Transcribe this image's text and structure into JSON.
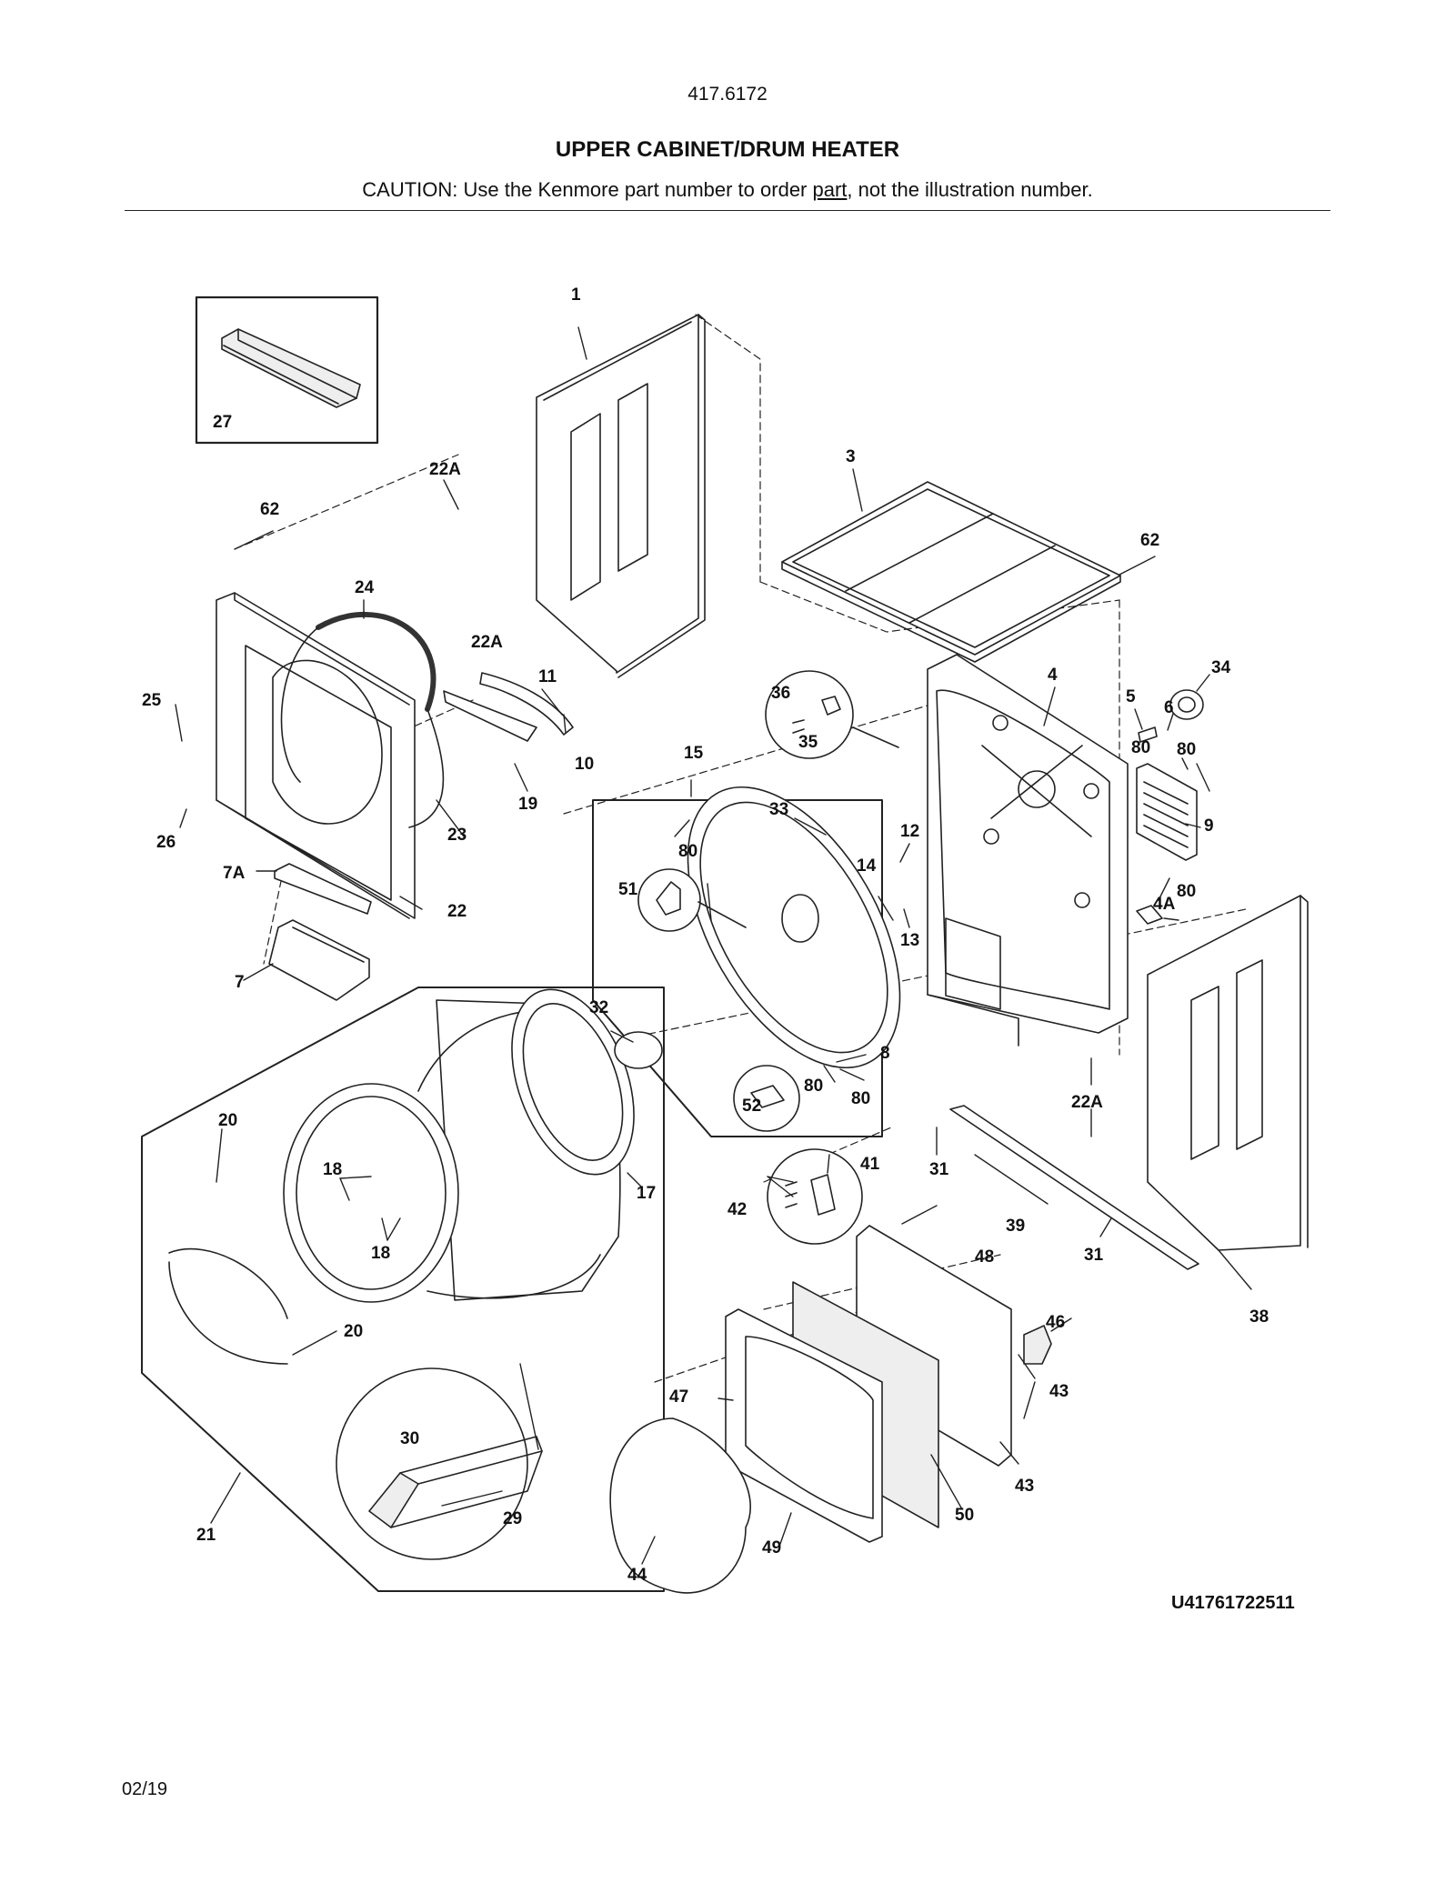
{
  "header": {
    "model": "417.6172",
    "title": "UPPER CABINET/DRUM HEATER",
    "caution_before": "CAUTION: Use the Kenmore part number to order ",
    "caution_link": "part",
    "caution_after": ", not the illustration number."
  },
  "footer": {
    "diagram_id": "U41761722511",
    "date": "02/19"
  },
  "callouts": [
    "1",
    "3",
    "4",
    "4A",
    "5",
    "6",
    "7",
    "7A",
    "8",
    "9",
    "10",
    "11",
    "12",
    "13",
    "14",
    "15",
    "17",
    "18",
    "18",
    "19",
    "20",
    "20",
    "21",
    "22",
    "22A",
    "22A",
    "22A",
    "23",
    "24",
    "25",
    "26",
    "27",
    "29",
    "30",
    "31",
    "31",
    "32",
    "33",
    "34",
    "35",
    "36",
    "38",
    "39",
    "41",
    "42",
    "43",
    "43",
    "44",
    "46",
    "47",
    "48",
    "49",
    "50",
    "51",
    "52",
    "62",
    "62",
    "80",
    "80",
    "80",
    "80",
    "80",
    "80"
  ],
  "colors": {
    "ink": "#111111",
    "line": "#222222",
    "background": "#ffffff"
  }
}
